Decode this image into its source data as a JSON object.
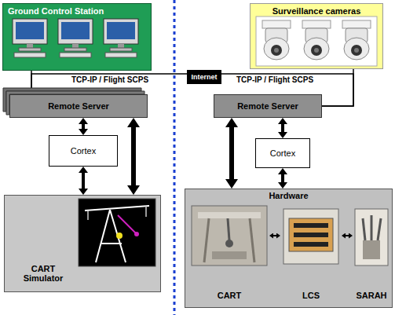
{
  "diagram": {
    "nodes": [
      {
        "text": [
          "Ground Control Station"
        ]
      },
      {
        "text": [
          "Surveillance cameras"
        ]
      },
      {
        "text": [
          "Internet"
        ]
      },
      {
        "text": [
          "Remote Server"
        ]
      },
      {
        "text": [
          "Remote Server"
        ]
      },
      {
        "text": [
          "Cortex"
        ]
      },
      {
        "text": [
          "Cortex"
        ]
      },
      {
        "text": [
          "CART Simulator"
        ]
      },
      {
        "text": [
          "Hardware"
        ]
      },
      {
        "text": [
          "CART"
        ],
        "in": 8
      },
      {
        "text": [
          "LCS"
        ],
        "in": 8
      },
      {
        "text": [
          "SARAH"
        ],
        "in": 8
      }
    ],
    "edges": [
      {
        "from": 0,
        "to": 3,
        "arrow": "none"
      },
      {
        "from": 3,
        "to": 2,
        "label": "TCP-IP / Flight SCPS",
        "arrow": "none"
      },
      {
        "from": 2,
        "to": 4,
        "label": "TCP-IP / Flight SCPS",
        "arrow": "none"
      },
      {
        "from": 1,
        "to": 4,
        "arrow": "none"
      },
      {
        "from": 3,
        "to": 5,
        "arrow": "both"
      },
      {
        "from": 5,
        "to": 7,
        "arrow": "both"
      },
      {
        "from": 3,
        "to": 7,
        "arrow": "both"
      },
      {
        "from": 4,
        "to": 6,
        "arrow": "both"
      },
      {
        "from": 6,
        "to": 8,
        "arrow": "both"
      },
      {
        "from": 4,
        "to": 8,
        "arrow": "both"
      },
      {
        "from": 9,
        "to": 10,
        "arrow": "both"
      },
      {
        "from": 10,
        "to": 11,
        "arrow": "both"
      }
    ]
  }
}
